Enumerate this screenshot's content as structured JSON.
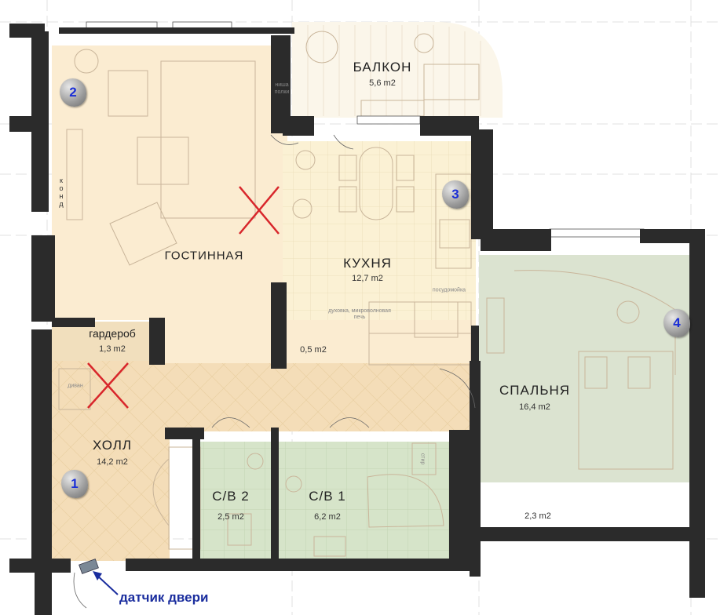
{
  "rooms": {
    "balcony": {
      "name": "БАЛКОН",
      "area": "5,6 m2"
    },
    "living": {
      "name": "ГОСТИННАЯ"
    },
    "kitchen": {
      "name": "КУХНЯ",
      "area": "12,7 m2"
    },
    "wardrobe": {
      "name": "гардероб",
      "area": "1,3 m2"
    },
    "hall": {
      "name": "ХОЛЛ",
      "area": "14,2 m2"
    },
    "bedroom": {
      "name": "СПАЛЬНЯ",
      "area": "16,4 m2"
    },
    "bath2": {
      "name": "С/В 2",
      "area": "2,5 m2"
    },
    "bath1": {
      "name": "С/В 1",
      "area": "6,2 m2"
    },
    "storage": {
      "area": "0,5 m2"
    },
    "bedroom_strip": {
      "area": "2,3 m2"
    }
  },
  "small_labels": {
    "niche": "ниша полки",
    "cond": "конд",
    "dishwasher": "посудомойка",
    "oven": "духовка, микроволновая печь",
    "sofa": "диван",
    "washer": "стир"
  },
  "sensors": [
    "1",
    "2",
    "3",
    "4"
  ],
  "door_sensor_label": "датчик двери",
  "colors": {
    "wall": "#2b2b2b",
    "living_floor": "#fbecd1",
    "hall_floor": "#f4ddb8",
    "kitchen_floor": "#fbf1d4",
    "bedroom_floor": "#dbe3d0",
    "bath_floor": "#d6e4c9",
    "cross": "#d8262b",
    "sensor_number": "#1b2fd6",
    "door_label": "#1a2d9e"
  }
}
